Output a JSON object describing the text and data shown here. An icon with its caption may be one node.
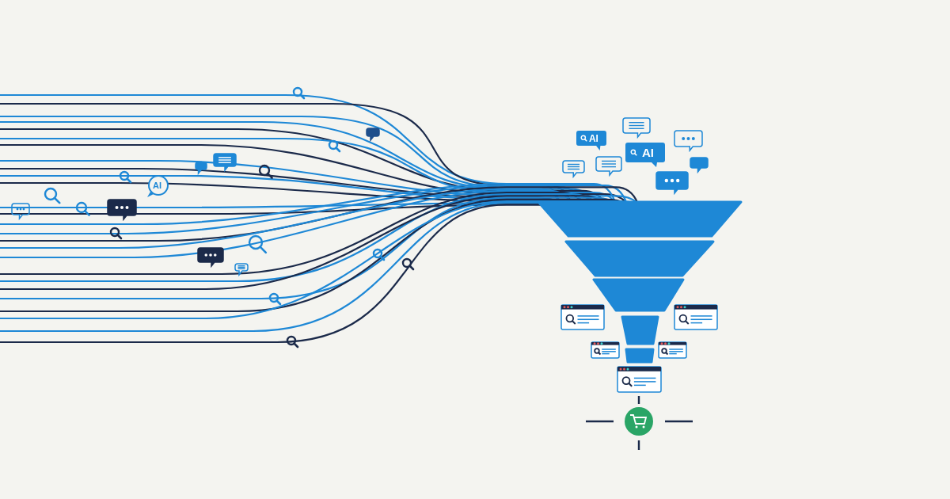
{
  "diagram": {
    "nodes": [
      {
        "text": [
          "AI"
        ]
      },
      {
        "text": [
          "AI"
        ]
      },
      {
        "text": [
          "AI"
        ]
      }
    ]
  }
}
